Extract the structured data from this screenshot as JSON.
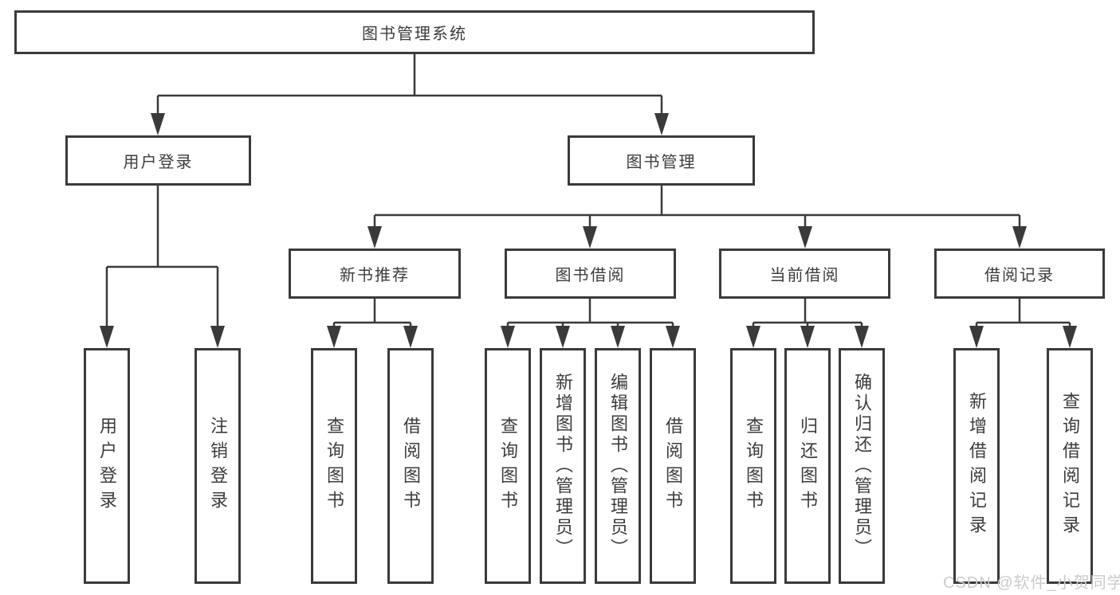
{
  "root": {
    "label": "图书管理系统"
  },
  "nodes": {
    "user_login": {
      "label": "用户登录",
      "children": [
        {
          "label": "用户登录"
        },
        {
          "label": "注销登录"
        }
      ]
    },
    "book_management": {
      "label": "图书管理",
      "children": [
        {
          "label": "新书推荐",
          "children": [
            {
              "label": "查询图书"
            },
            {
              "label": "借阅图书"
            }
          ]
        },
        {
          "label": "图书借阅",
          "children": [
            {
              "label": "查询图书"
            },
            {
              "label": "新增图书（管理员）"
            },
            {
              "label": "编辑图书（管理员）"
            },
            {
              "label": "借阅图书"
            }
          ]
        },
        {
          "label": "当前借阅",
          "children": [
            {
              "label": "查询图书"
            },
            {
              "label": "归还图书"
            },
            {
              "label": "确认归还（管理员）"
            }
          ]
        },
        {
          "label": "借阅记录",
          "children": [
            {
              "label": "新增借阅记录"
            },
            {
              "label": "查询借阅记录"
            }
          ]
        }
      ]
    }
  },
  "watermark": {
    "text": "CSDN @软件_小贺同学"
  },
  "colors": {
    "line": "#3a3a3a",
    "box_border": "#3a3a3a",
    "text": "#3c3c3c",
    "watermark": "#cbcbcb",
    "background": "#ffffff"
  }
}
